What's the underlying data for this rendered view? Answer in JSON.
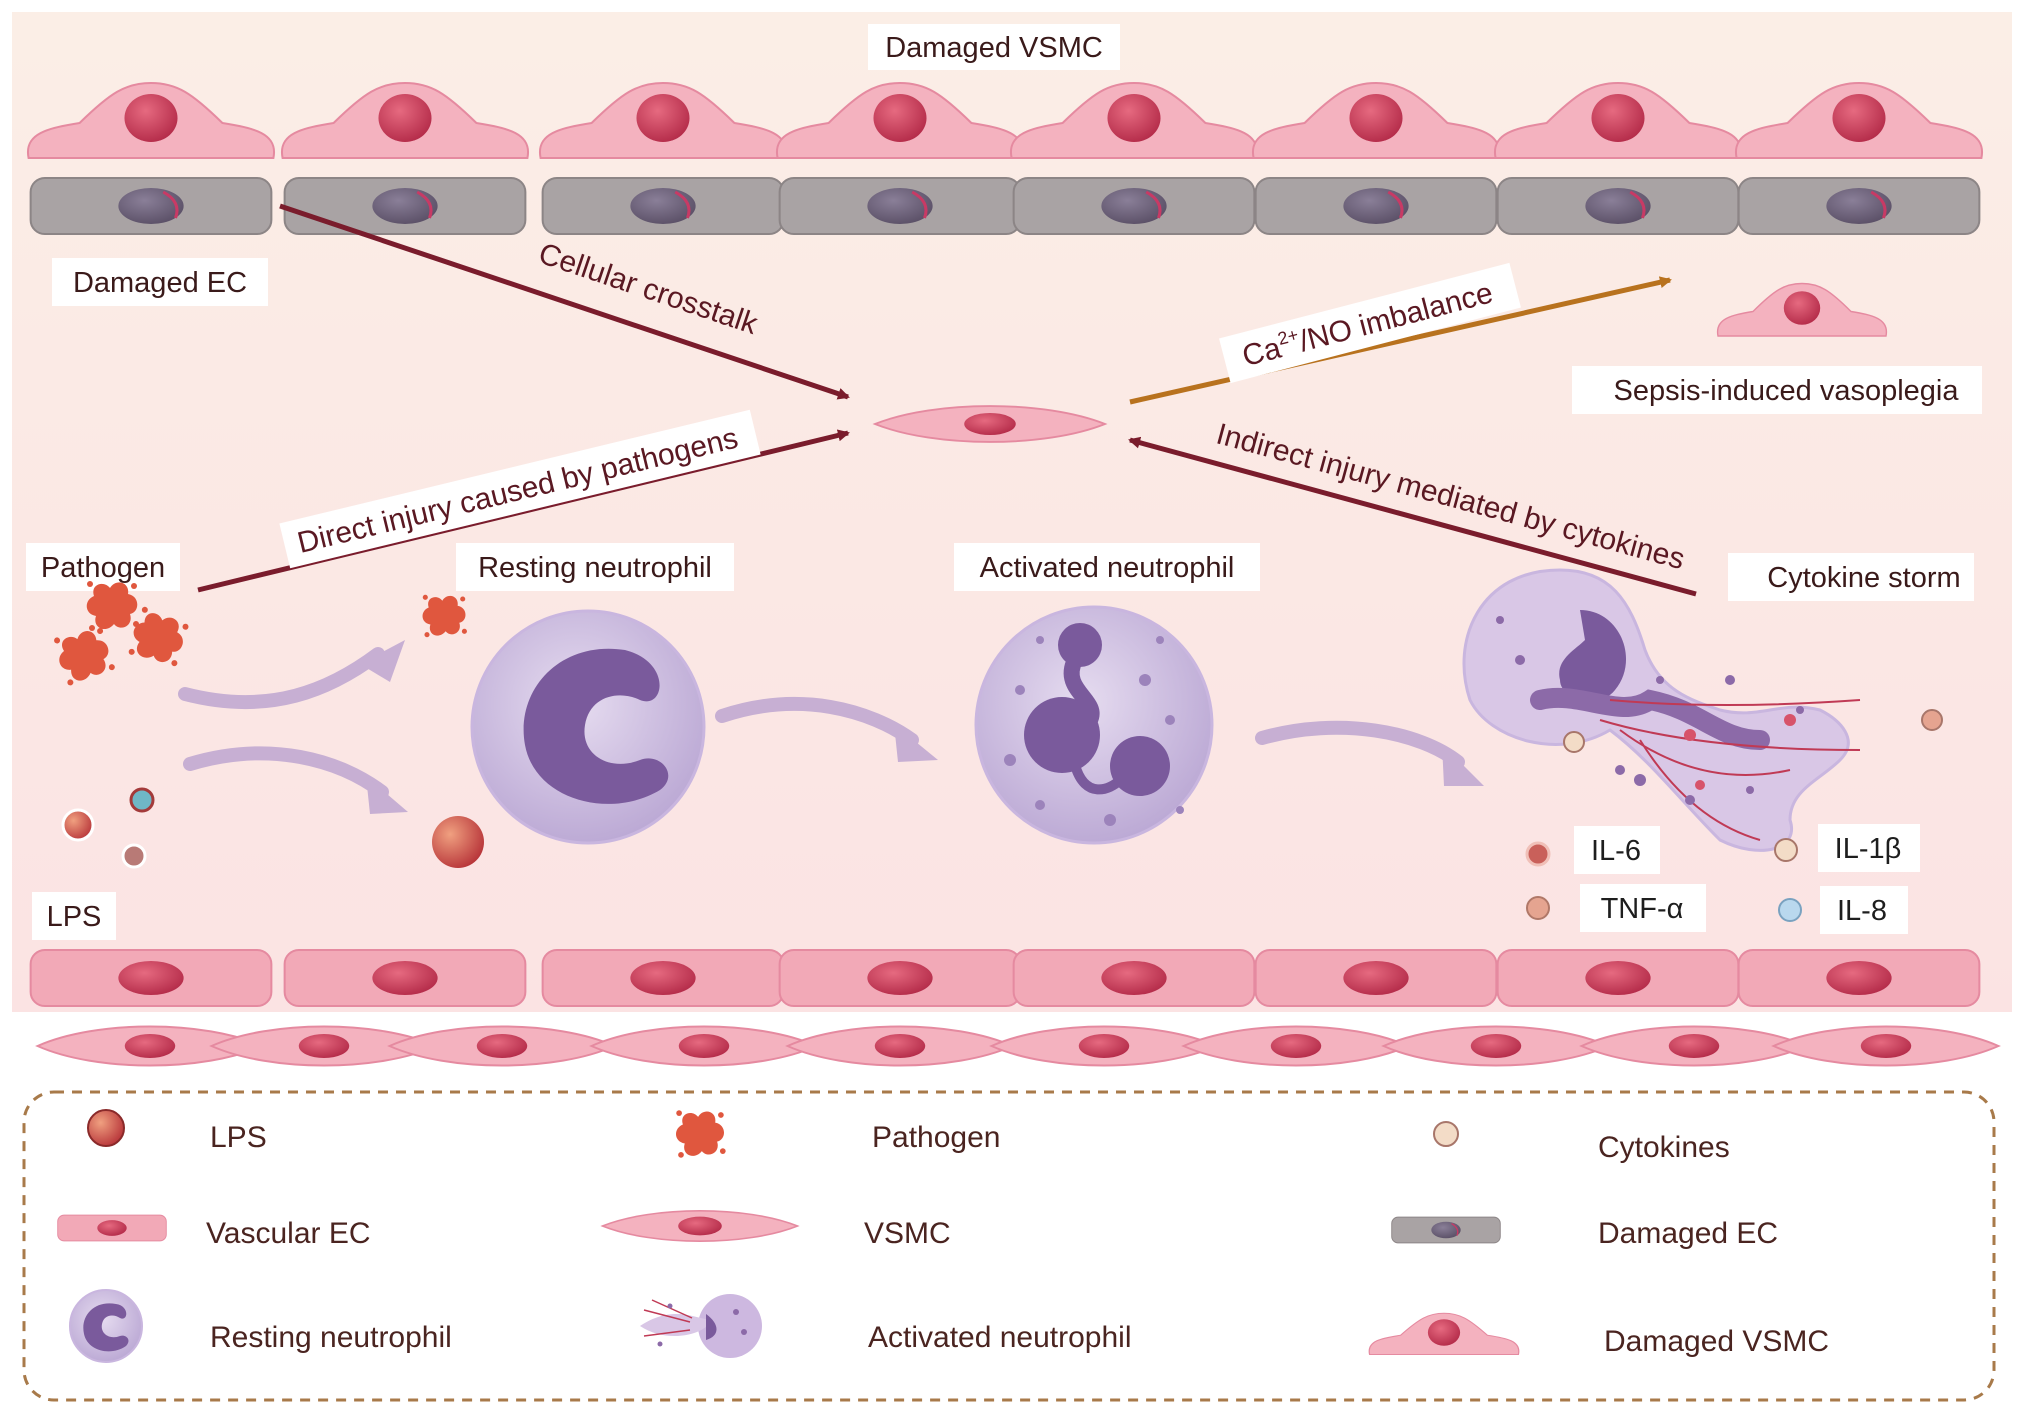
{
  "labels": {
    "damaged_vsmc_top": "Damaged VSMC",
    "damaged_ec_top": "Damaged EC",
    "sepsis": "Sepsis-induced vasoplegia",
    "pathogen": "Pathogen",
    "resting": "Resting neutrophil",
    "activated": "Activated neutrophil",
    "cytokine_storm": "Cytokine storm",
    "lps": "LPS"
  },
  "arrows": {
    "crosstalk": "Cellular crosstalk",
    "direct": "Direct injury caused by pathogens",
    "indirect": "Indirect injury mediated by cytokines",
    "ca_pre": "Ca",
    "ca_sup": "2+",
    "ca_post": "/NO imbalance"
  },
  "cytokines": [
    "IL-6",
    "IL-1β",
    "TNF-α",
    "IL-8"
  ],
  "legend": [
    {
      "icon": "lps-icon",
      "label": "LPS"
    },
    {
      "icon": "pathogen-icon",
      "label": "Pathogen"
    },
    {
      "icon": "cytokines-icon",
      "label": "Cytokines"
    },
    {
      "icon": "vascular-ec-icon",
      "label": "Vascular EC"
    },
    {
      "icon": "vsmc-icon",
      "label": "VSMC"
    },
    {
      "icon": "damaged-ec-icon",
      "label": "Damaged EC"
    },
    {
      "icon": "resting-neutrophil-icon",
      "label": "Resting neutrophil"
    },
    {
      "icon": "activated-neutrophil-icon",
      "label": "Activated neutrophil"
    },
    {
      "icon": "damaged-vsmc-icon",
      "label": "Damaged VSMC"
    }
  ],
  "colors": {
    "crosstalk_arrow": "#7a1c2c",
    "ca_arrow": "#b8721e",
    "legend_border": "#a87a4a",
    "vsmc_pink": "#f2a9b7",
    "nucleus": "#c83a55",
    "damaged_ec_gray": "#a9a3a4",
    "neutrophil_purple": "#7a5a9c"
  }
}
